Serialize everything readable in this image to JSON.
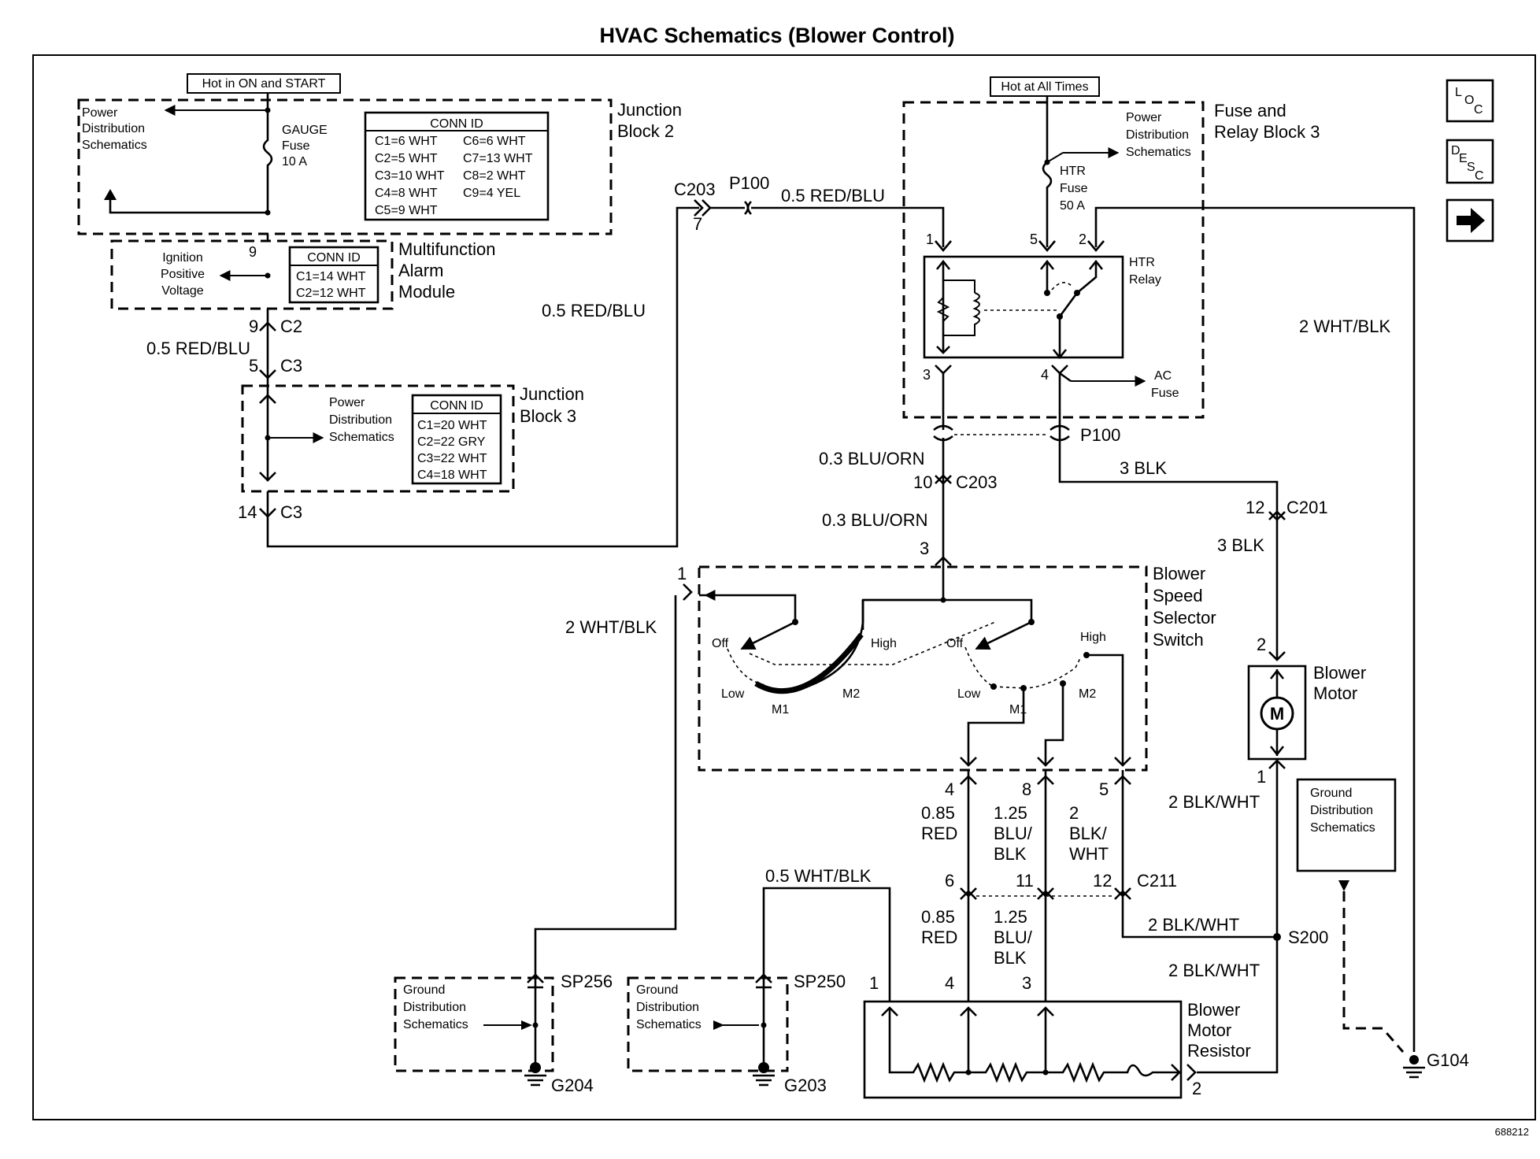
{
  "title": "HVAC Schematics (Blower Control)",
  "figure_number": "688212",
  "nav_buttons": {
    "loc": "LOC",
    "desc": "DESC",
    "next_icon": "right-arrow-icon"
  },
  "hot_labels": {
    "on_start": "Hot in ON and START",
    "all_times": "Hot at All Times"
  },
  "junction_block_2": {
    "name_l1": "Junction",
    "name_l2": "Block 2",
    "power_dist": [
      "Power",
      "Distribution",
      "Schematics"
    ],
    "fuse": [
      "GAUGE",
      "Fuse",
      "10 A"
    ],
    "conn_title": "CONN ID",
    "conn_ids": [
      "C1=6 WHT",
      "C2=5 WHT",
      "C3=10 WHT",
      "C4=8 WHT",
      "C5=9 WHT",
      "C6=6 WHT",
      "C7=13 WHT",
      "C8=2 WHT",
      "C9=4 YEL"
    ]
  },
  "alarm_module": {
    "name": [
      "Multifunction",
      "Alarm",
      "Module"
    ],
    "ign": [
      "Ignition",
      "Positive",
      "Voltage"
    ],
    "pin": "9",
    "conn_title": "CONN ID",
    "conn_ids": [
      "C1=14 WHT",
      "C2=12 WHT"
    ]
  },
  "junction_block_3": {
    "name_l1": "Junction",
    "name_l2": "Block 3",
    "power_dist": [
      "Power",
      "Distribution",
      "Schematics"
    ],
    "conn_title": "CONN ID",
    "conn_ids": [
      "C1=20 WHT",
      "C2=22 GRY",
      "C3=22 WHT",
      "C4=18 WHT"
    ]
  },
  "fuse_relay_block_3": {
    "name_l1": "Fuse and",
    "name_l2": "Relay Block 3",
    "power_dist": [
      "Power",
      "Distribution",
      "Schematics"
    ],
    "fuse": [
      "HTR",
      "Fuse",
      "50 A"
    ],
    "relay": [
      "HTR",
      "Relay"
    ],
    "ac_fuse": [
      "AC",
      "Fuse"
    ],
    "pins": [
      "1",
      "5",
      "2",
      "3",
      "4"
    ]
  },
  "connectors": {
    "c2_pin": "9",
    "c2": "C2",
    "c3a_pin": "5",
    "c3a": "C3",
    "c3b_pin": "14",
    "c3b": "C3",
    "c203_top": "C203",
    "c203_top_pin": "7",
    "p100_top": "P100",
    "p100_mid": "P100",
    "c203_mid_pin": "10",
    "c203_mid": "C203",
    "c201_pin": "12",
    "c201": "C201",
    "switch_in_pin": "3",
    "switch_left_pin": "1",
    "c211_pins_top": [
      "4",
      "8",
      "5"
    ],
    "c211_pins_bottom": [
      "6",
      "11",
      "12"
    ],
    "c211": "C211",
    "motor_top_pin": "2",
    "motor_bottom_pin": "1",
    "resistor_pins": [
      "1",
      "4",
      "3"
    ],
    "resistor_out_pin": "2",
    "s200": "S200",
    "sp256": "SP256",
    "sp250": "SP250",
    "g204": "G204",
    "g203": "G203",
    "g104": "G104"
  },
  "wires": {
    "red_blu_top": "0.5 RED/BLU",
    "red_blu_vert": "0.5 RED/BLU",
    "red_blu_left": "0.5 RED/BLU",
    "wht_blk_right": "2 WHT/BLK",
    "blu_orn_1": "0.3 BLU/ORN",
    "blu_orn_2": "0.3 BLU/ORN",
    "blk_1": "3 BLK",
    "blk_2": "3 BLK",
    "wht_blk_left": "2 WHT/BLK",
    "red_a": [
      "0.85",
      "RED"
    ],
    "blu_blk_a": [
      "1.25",
      "BLU/",
      "BLK"
    ],
    "blk_wht_a": [
      "2",
      "BLK/",
      "WHT"
    ],
    "red_b": [
      "0.85",
      "RED"
    ],
    "blu_blk_b": [
      "1.25",
      "BLU/",
      "BLK"
    ],
    "wht_blk_small": "0.5 WHT/BLK",
    "blk_wht_1": "2 BLK/WHT",
    "blk_wht_2": "2 BLK/WHT",
    "blk_wht_3": "2 BLK/WHT"
  },
  "blower_switch": {
    "name": [
      "Blower",
      "Speed",
      "Selector",
      "Switch"
    ],
    "left_labels": {
      "off": "Off",
      "high": "High",
      "low": "Low",
      "m1": "M1",
      "m2": "M2"
    },
    "right_labels": {
      "off": "Off",
      "high": "High",
      "low": "Low",
      "m1": "M1",
      "m2": "M2"
    }
  },
  "blower_motor": {
    "name": [
      "Blower",
      "Motor"
    ],
    "symbol": "M"
  },
  "blower_resistor": {
    "name": [
      "Blower",
      "Motor",
      "Resistor"
    ]
  },
  "ground_dist": {
    "g204_box": [
      "Ground",
      "Distribution",
      "Schematics"
    ],
    "g203_box": [
      "Ground",
      "Distribution",
      "Schematics"
    ],
    "g104_box": [
      "Ground",
      "Distribution",
      "Schematics"
    ]
  }
}
